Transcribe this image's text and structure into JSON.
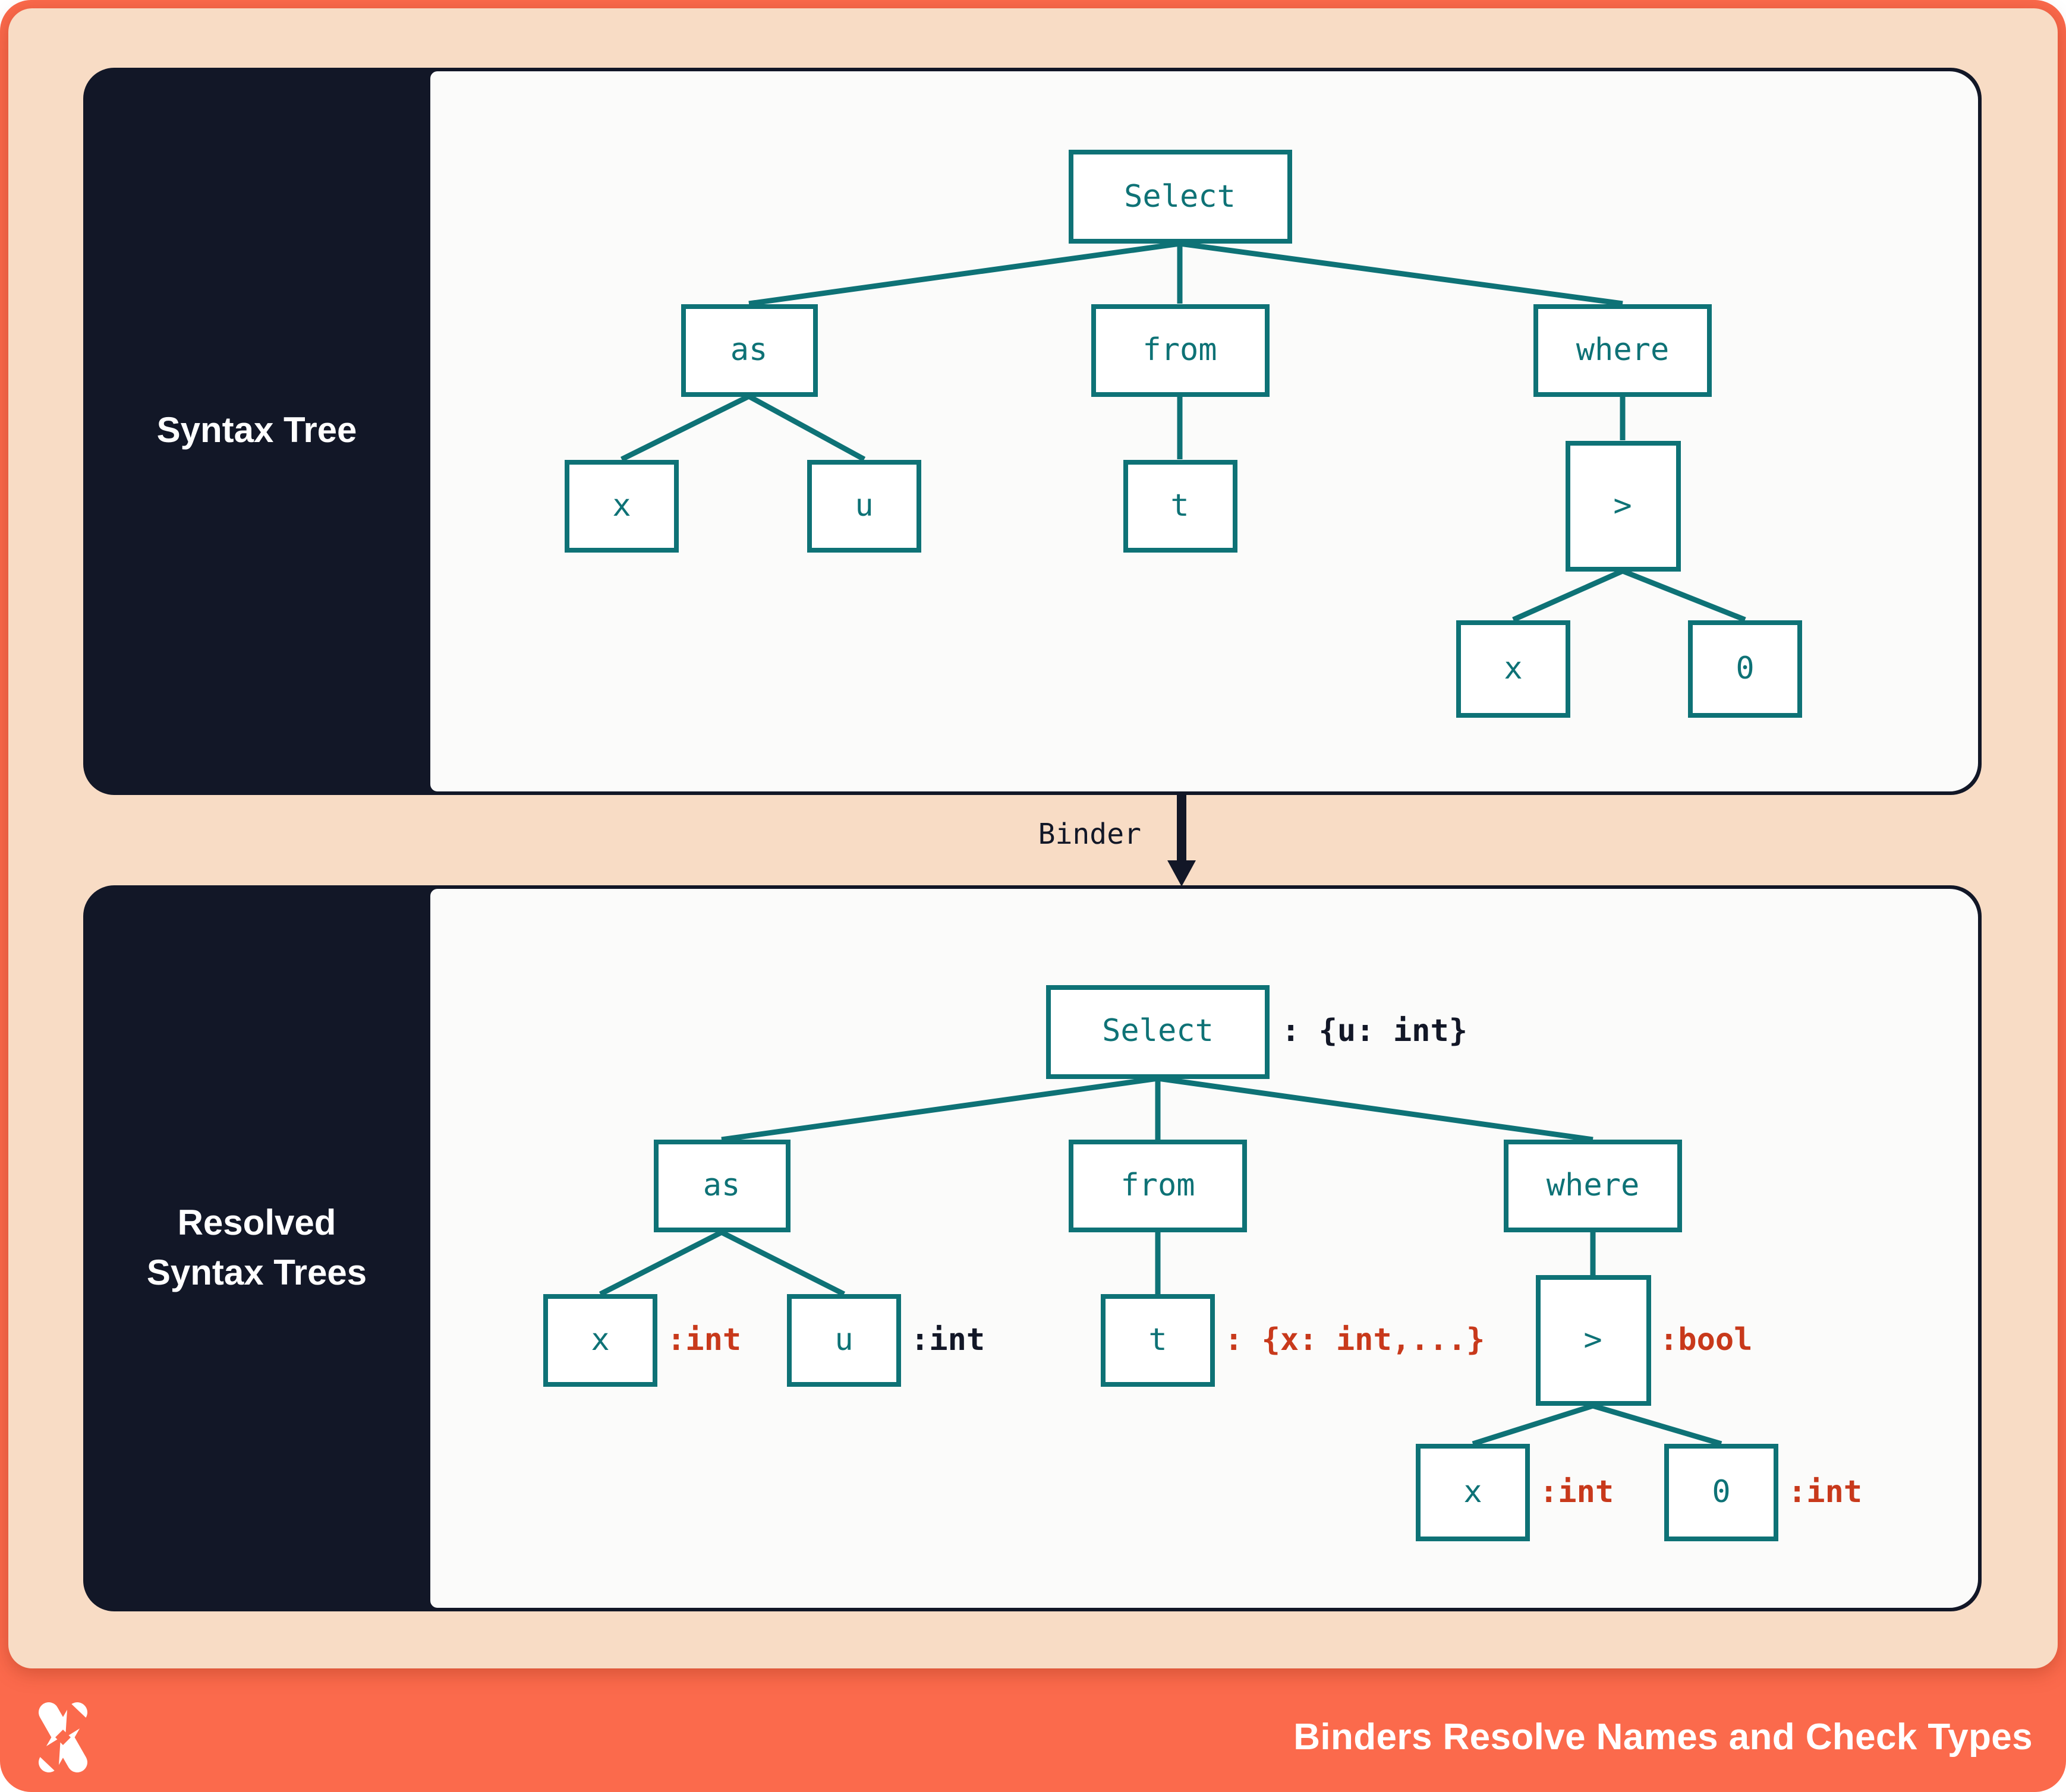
{
  "panels": {
    "top": {
      "label": "Syntax Tree"
    },
    "bottom": {
      "label_line1": "Resolved",
      "label_line2": "Syntax Trees"
    }
  },
  "binder": {
    "label": "Binder"
  },
  "footer": {
    "title": "Binders Resolve Names and Check Types",
    "logo": "pinwheel-x-logo"
  },
  "syntax_tree": {
    "nodes": {
      "select": {
        "label": "Select"
      },
      "as": {
        "label": "as"
      },
      "from": {
        "label": "from"
      },
      "where": {
        "label": "where"
      },
      "x_as": {
        "label": "x"
      },
      "u_as": {
        "label": "u"
      },
      "t_from": {
        "label": "t"
      },
      "gt": {
        "label": ">"
      },
      "x_gt": {
        "label": "x"
      },
      "zero_gt": {
        "label": "0"
      }
    }
  },
  "resolved_tree": {
    "nodes": {
      "select": {
        "label": "Select",
        "annotation": ": {u: int}",
        "annotation_color": "#121727"
      },
      "as": {
        "label": "as"
      },
      "from": {
        "label": "from"
      },
      "where": {
        "label": "where"
      },
      "x_as": {
        "label": "x",
        "annotation": ":int",
        "annotation_color": "#C8391B"
      },
      "u_as": {
        "label": "u",
        "annotation": ":int",
        "annotation_color": "#121727"
      },
      "t_from": {
        "label": "t",
        "annotation": ": {x: int,...}",
        "annotation_color": "#C8391B"
      },
      "gt": {
        "label": ">",
        "annotation": ":bool",
        "annotation_color": "#C8391B"
      },
      "x_gt": {
        "label": "x",
        "annotation": ":int",
        "annotation_color": "#C8391B"
      },
      "zero_gt": {
        "label": "0",
        "annotation": ":int",
        "annotation_color": "#C8391B"
      }
    }
  },
  "colors": {
    "teal": "#0E7276",
    "red": "#C8391B",
    "navy": "#121727",
    "peach": "#F8DCC5",
    "orange": "#FB6A4C",
    "content_bg": "#FBFBFA"
  }
}
